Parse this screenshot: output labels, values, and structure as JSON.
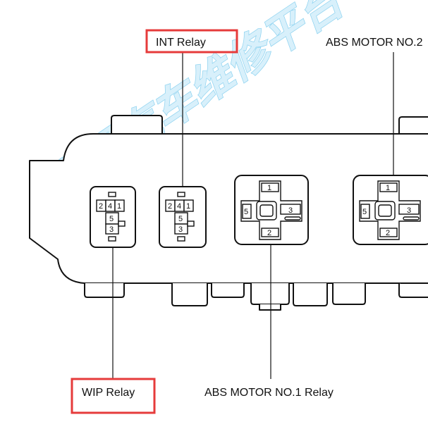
{
  "labels": {
    "int_relay": "INT Relay",
    "abs_motor_no2": "ABS MOTOR NO.2",
    "wip_relay": "WIP Relay",
    "abs_motor_no1": "ABS MOTOR NO.1 Relay"
  },
  "watermark": "畅易汽车维修平台",
  "connectors": {
    "small_relay_pins": {
      "top": [
        "2",
        "4",
        "1"
      ],
      "middle": "5",
      "bottom": "3"
    },
    "large_relay_pins": {
      "top": "1",
      "left": "5",
      "right": "3",
      "bottom": "2"
    }
  },
  "highlight_color": "#e63b3b"
}
